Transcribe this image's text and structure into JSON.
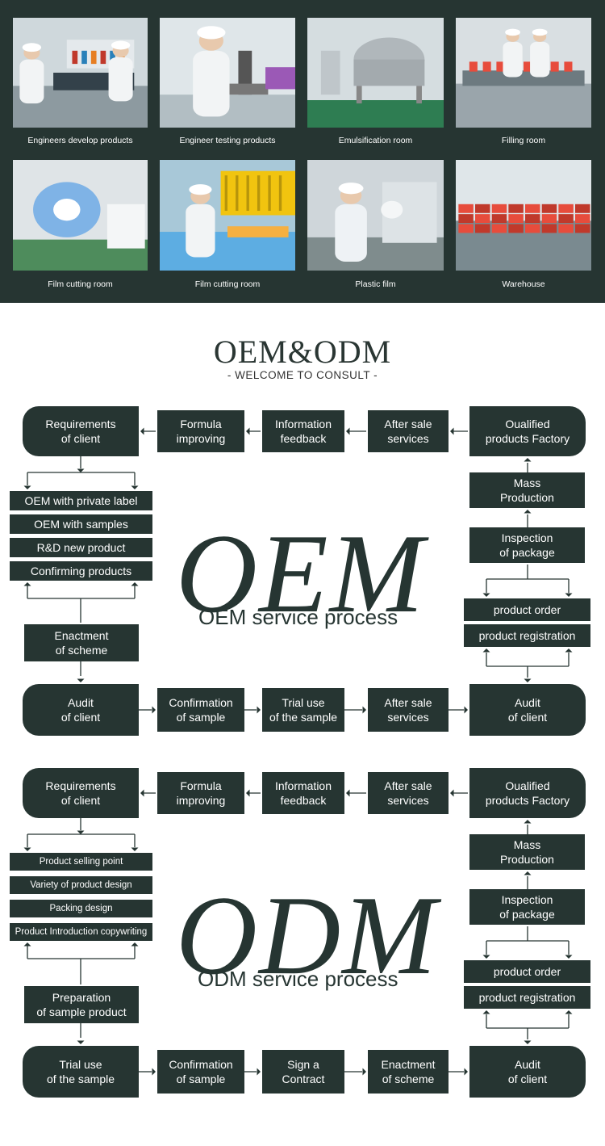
{
  "gallery": [
    {
      "caption": "Engineers develop products",
      "icon": "lab-workers-photo"
    },
    {
      "caption": "Engineer testing products",
      "icon": "microscope-photo"
    },
    {
      "caption": "Emulsification room",
      "icon": "tank-photo"
    },
    {
      "caption": "Filling room",
      "icon": "production-line-photo"
    },
    {
      "caption": "Film cutting room",
      "icon": "film-roll-photo"
    },
    {
      "caption": "Film cutting room",
      "icon": "cutting-machine-photo"
    },
    {
      "caption": "Plastic film",
      "icon": "worker-film-photo"
    },
    {
      "caption": "Warehouse",
      "icon": "warehouse-photo"
    }
  ],
  "header": {
    "title": "OEM&ODM",
    "subtitle": "- WELCOME TO CONSULT -"
  },
  "oem": {
    "big": "OEM",
    "label": "OEM service process",
    "top_row": [
      "Requirements\nof client",
      "Formula\nimproving",
      "Information\nfeedback",
      "After sale\nservices",
      "Oualified\nproducts Factory"
    ],
    "left_list": [
      "OEM with private label",
      "OEM with samples",
      "R&D new product",
      "Confirming products"
    ],
    "left_step": "Enactment\nof scheme",
    "right_steps": [
      "Mass\nProduction",
      "Inspection\nof package"
    ],
    "right_list": [
      "product order",
      "product registration"
    ],
    "bottom_row": [
      "Audit\nof  client",
      "Confirmation\nof sample",
      "Trial use\nof the sample",
      "After sale\nservices",
      "Audit\nof client"
    ]
  },
  "odm": {
    "big": "ODM",
    "label": "ODM service process",
    "top_row": [
      "Requirements\nof client",
      "Formula\nimproving",
      "Information\nfeedback",
      "After sale\nservices",
      "Oualified\nproducts Factory"
    ],
    "left_list": [
      "Product selling point",
      "Variety of product design",
      "Packing design",
      "Product Introduction copywriting"
    ],
    "left_step": "Preparation\nof sample product",
    "right_steps": [
      "Mass\nProduction",
      "Inspection\nof package"
    ],
    "right_list": [
      "product order",
      "product registration"
    ],
    "bottom_row": [
      "Trial use\nof the sample",
      "Confirmation\nof sample",
      "Sign a\nContract",
      "Enactment\nof scheme",
      "Audit\nof client"
    ]
  },
  "colors": {
    "dark": "#263532",
    "text": "#333333",
    "background": "#ffffff"
  }
}
